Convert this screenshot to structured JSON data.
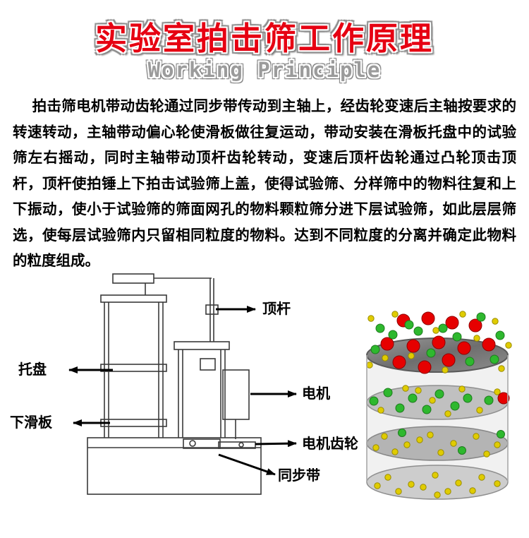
{
  "header": {
    "title": "实验室拍击筛工作原理",
    "subtitle": "Working Principle"
  },
  "description": {
    "text": "拍击筛电机带动齿轮通过同步带传动到主轴上，经齿轮变速后主轴按要求的转速转动，主轴带动偏心轮使滑板做往复运动，带动安装在滑板托盘中的试验筛左右摇动，同时主轴带动顶杆齿轮转动，变速后顶杆齿轮通过凸轮顶击顶杆，顶杆使拍锤上下拍击试验筛上盖，使得试验筛、分样筛中的物料往复和上下振动，使小于试验筛的筛面网孔的物料颗粒筛分进下层试验筛，如此层层筛选，使每层试验筛内只留相同粒度的物料。达到不同粒度的分离并确定此物料的粒度组成。"
  },
  "diagram": {
    "labels": [
      {
        "id": "top-rod",
        "text": "顶杆"
      },
      {
        "id": "tray",
        "text": "托盘"
      },
      {
        "id": "lower-slide-plate",
        "text": "下滑板"
      },
      {
        "id": "motor",
        "text": "电机"
      },
      {
        "id": "motor-gear",
        "text": "电机齿轮"
      },
      {
        "id": "timing-belt",
        "text": "同步带"
      }
    ]
  },
  "illustration": {
    "particle_colors": {
      "large_particle": "#e60000",
      "medium_particle": "#2eb82e",
      "small_particle": "#e0cc00"
    },
    "sieve_disc_colors": {
      "top": "#777777",
      "middle": "#bdbdbd",
      "bottom": "#cdcdcd"
    }
  },
  "colors": {
    "title": "#e60012",
    "subtitle": "#9b9b9b",
    "body_text": "#000000",
    "line_art": "#3a3a3a"
  }
}
